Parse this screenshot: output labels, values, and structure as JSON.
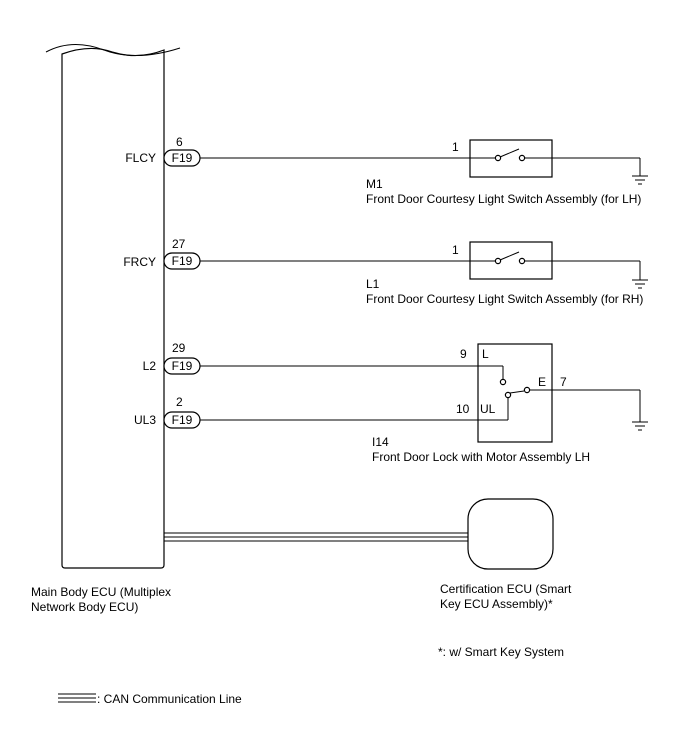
{
  "main_ecu": {
    "name_line1": "Main Body ECU (Multiplex",
    "name_line2": "Network Body ECU)"
  },
  "ecu_pins": [
    {
      "signal": "FLCY",
      "connector": "F19",
      "pin": "6"
    },
    {
      "signal": "FRCY",
      "connector": "F19",
      "pin": "27"
    },
    {
      "signal": "L2",
      "connector": "F19",
      "pin": "29"
    },
    {
      "signal": "UL3",
      "connector": "F19",
      "pin": "2"
    }
  ],
  "switch_lh": {
    "pin": "1",
    "code": "M1",
    "name": "Front Door Courtesy Light Switch Assembly (for LH)"
  },
  "switch_rh": {
    "pin": "1",
    "code": "L1",
    "name": "Front Door Courtesy Light Switch Assembly (for RH)"
  },
  "door_lock": {
    "code": "I14",
    "name": "Front Door Lock with Motor Assembly LH",
    "pin_l": "9",
    "label_l": "L",
    "pin_ul": "10",
    "label_ul": "UL",
    "label_e": "E",
    "pin_e": "7"
  },
  "cert_ecu": {
    "name_line1": "Certification ECU (Smart",
    "name_line2": "Key ECU Assembly)*"
  },
  "footnote": "*: w/ Smart Key System",
  "legend": {
    "label": ": CAN Communication Line"
  }
}
